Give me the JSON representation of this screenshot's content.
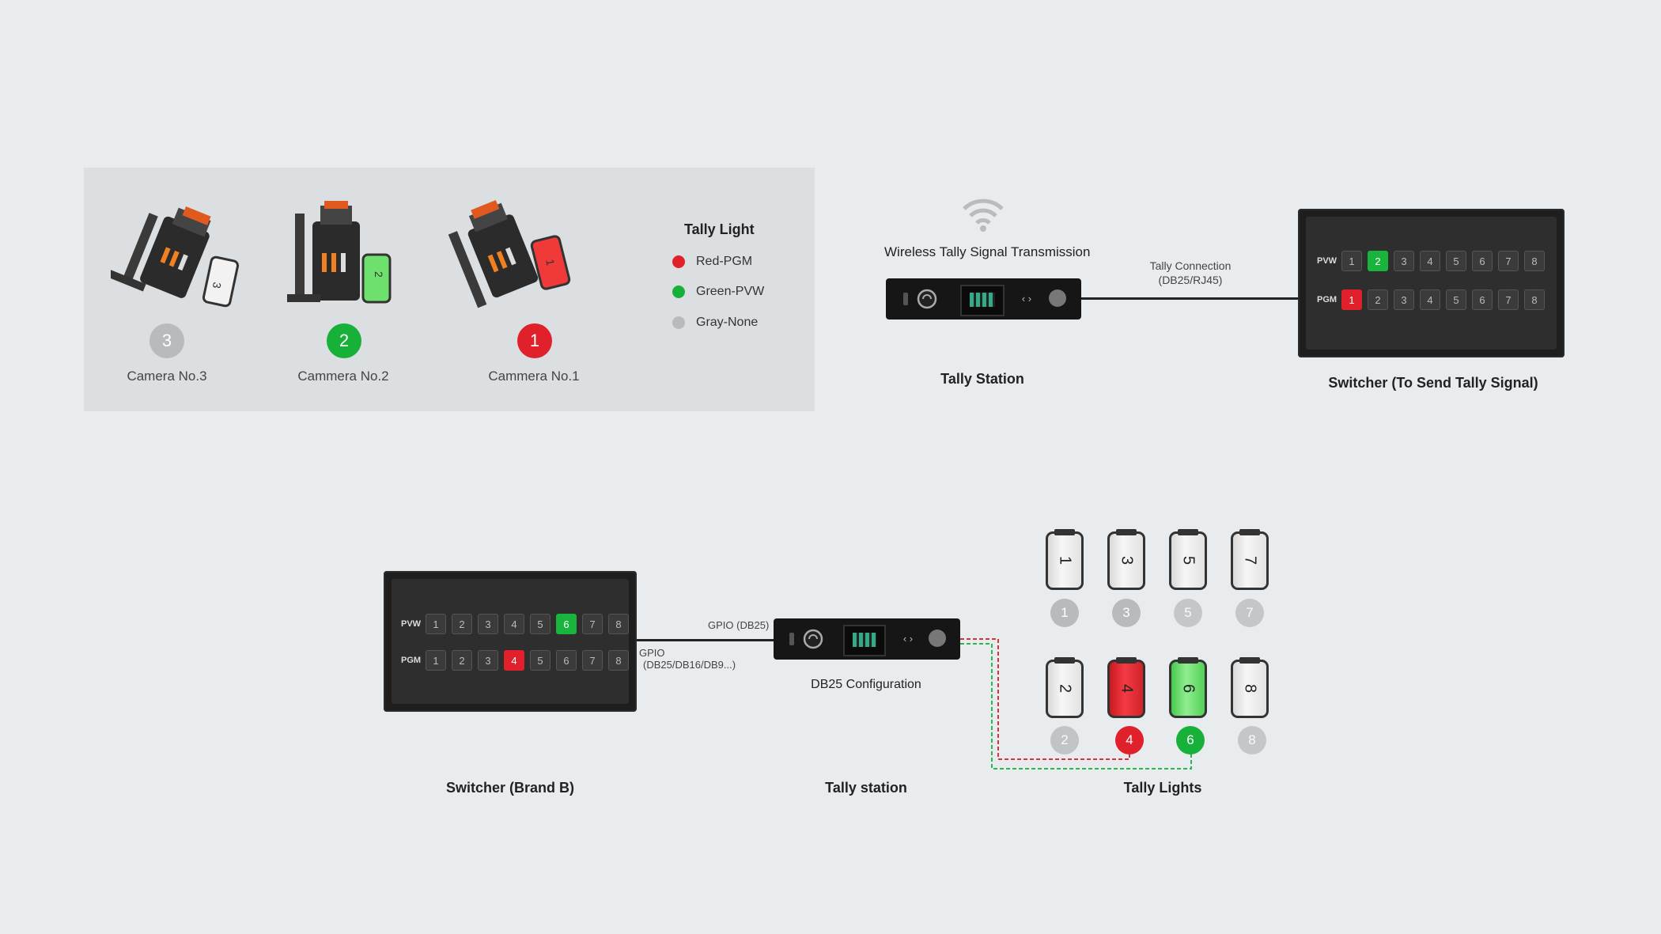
{
  "legend": {
    "title": "Tally Light",
    "items": [
      {
        "label": "Red-PGM",
        "color": "#e0202a"
      },
      {
        "label": "Green-PVW",
        "color": "#17b13a"
      },
      {
        "label": "Gray-None",
        "color": "#b8bbbe"
      }
    ]
  },
  "cameras": [
    {
      "label": "Camera No.3",
      "number": "3",
      "state": "gray"
    },
    {
      "label": "Cammera No.2",
      "number": "2",
      "state": "green"
    },
    {
      "label": "Cammera No.1",
      "number": "1",
      "state": "red"
    }
  ],
  "top_diagram": {
    "wireless_label": "Wireless Tally Signal Transmission",
    "connection_label_1": "Tally Connection",
    "connection_label_2": "(DB25/RJ45)",
    "station_caption": "Tally Station",
    "switcher_caption": "Switcher (To Send Tally Signal)",
    "switcher": {
      "pvw_label": "PVW",
      "pgm_label": "PGM",
      "keys": [
        "1",
        "2",
        "3",
        "4",
        "5",
        "6",
        "7",
        "8"
      ],
      "pvw_active": "2",
      "pgm_active": "1"
    }
  },
  "bottom_diagram": {
    "switcher_caption": "Switcher (Brand B)",
    "station_caption": "Tally station",
    "lights_caption": "Tally Lights",
    "gpio_label": "GPIO (DB25)",
    "gpio_label_2a": "GPIO",
    "gpio_label_2b": "(DB25/DB16/DB9...)",
    "config_label": "DB25 Configuration",
    "switcher": {
      "pvw_label": "PVW",
      "pgm_label": "PGM",
      "keys": [
        "1",
        "2",
        "3",
        "4",
        "5",
        "6",
        "7",
        "8"
      ],
      "pvw_active": "6",
      "pgm_active": "4"
    },
    "tally_lights": [
      {
        "number": "1",
        "state": "none"
      },
      {
        "number": "3",
        "state": "none"
      },
      {
        "number": "5",
        "state": "none"
      },
      {
        "number": "7",
        "state": "none"
      },
      {
        "number": "2",
        "state": "none"
      },
      {
        "number": "4",
        "state": "pgm"
      },
      {
        "number": "6",
        "state": "pvw"
      },
      {
        "number": "8",
        "state": "none"
      }
    ]
  }
}
